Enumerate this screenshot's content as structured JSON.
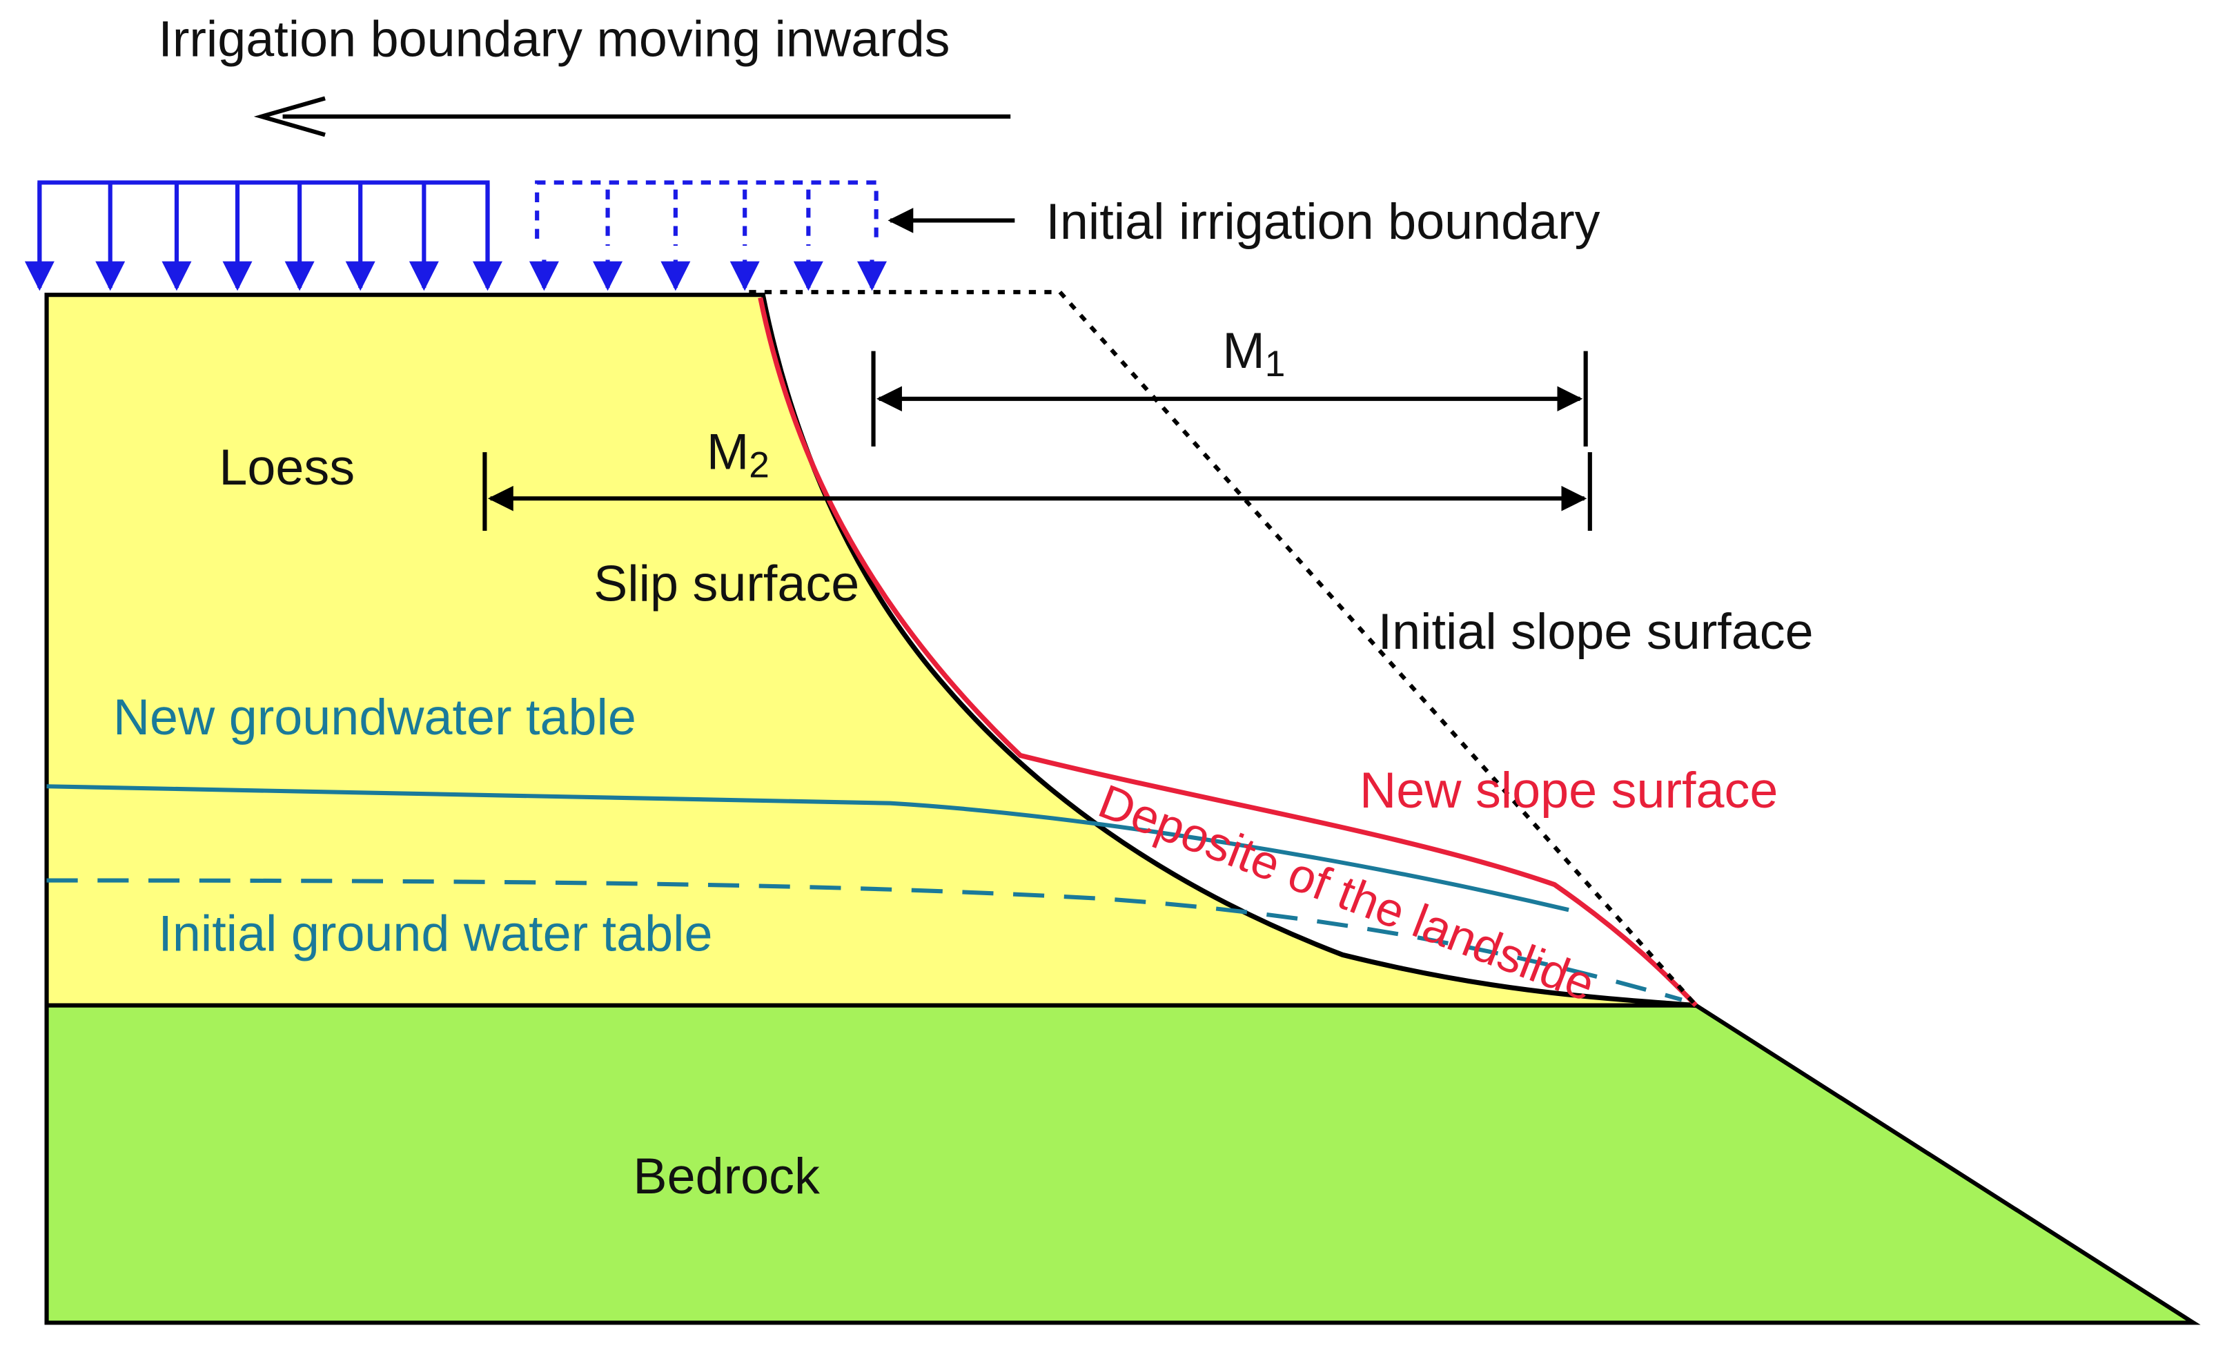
{
  "labels": {
    "title": "Irrigation boundary moving inwards",
    "initial_irrigation": "Initial irrigation boundary",
    "m1_main": "M",
    "m1_sub": "1",
    "m2_main": "M",
    "m2_sub": "2",
    "loess": "Loess",
    "slip_surface": "Slip surface",
    "initial_slope": "Initial slope surface",
    "new_groundwater": "New groundwater table",
    "new_slope": "New slope surface",
    "deposit": "Deposite of the landslide",
    "initial_groundwater": "Initial ground water table",
    "bedrock": "Bedrock"
  },
  "colors": {
    "loess_fill": "#ffff80",
    "bedrock_fill": "#a6f25a",
    "irrigation_arrows": "#1a1ae6",
    "groundwater": "#1a7a9a",
    "new_slope": "#e8203a",
    "outline": "#000000"
  },
  "icons": {
    "arrow_direction": "arrow-left-icon",
    "irrigation_load": "down-arrow-load-icon"
  }
}
